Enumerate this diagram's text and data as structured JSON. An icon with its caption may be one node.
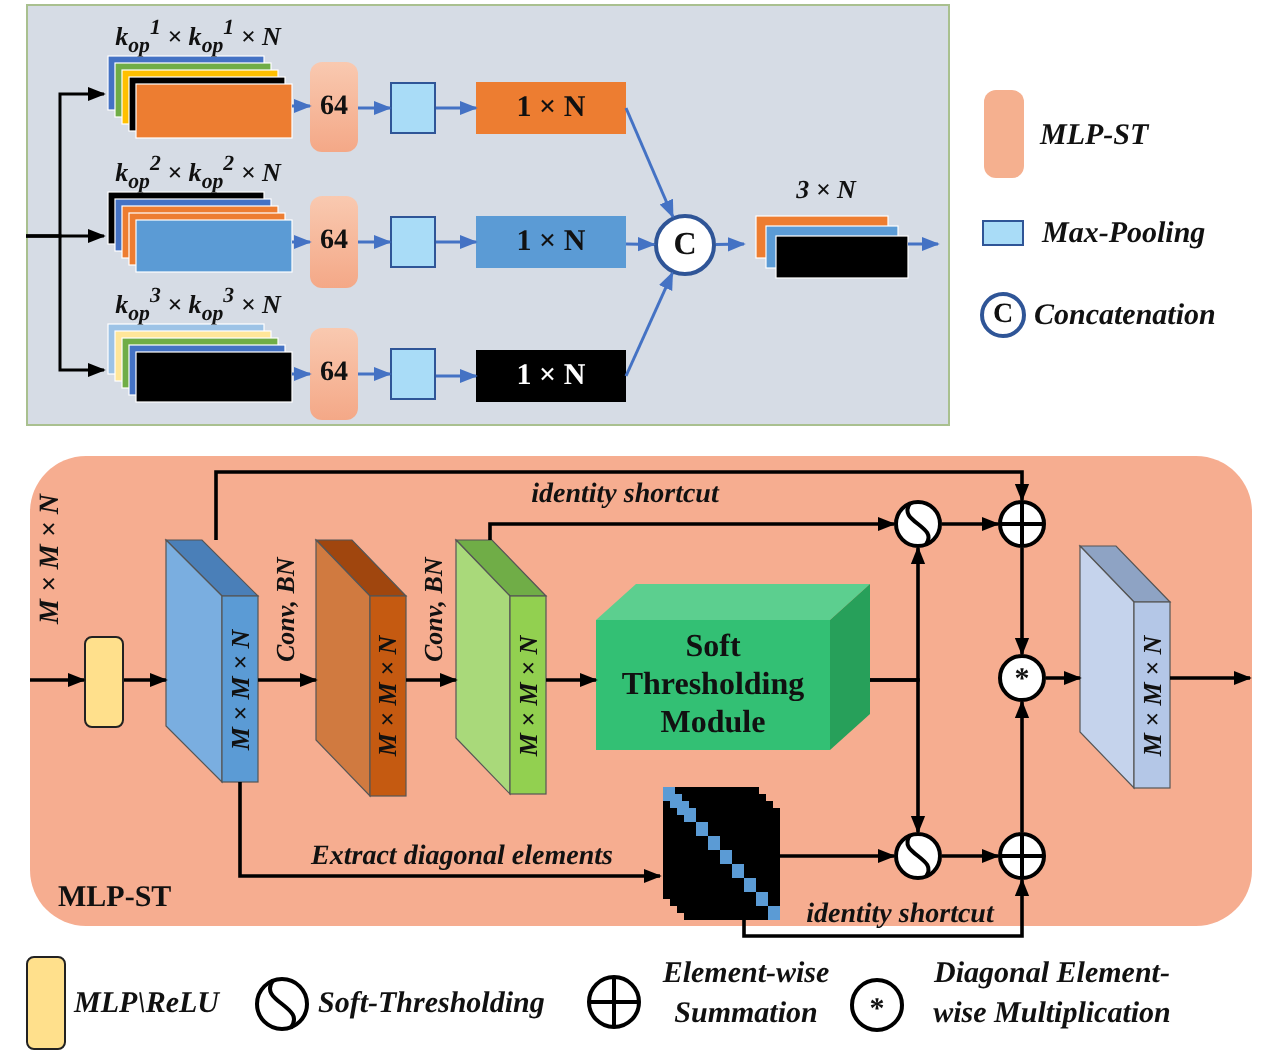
{
  "diagram": {
    "nodes": [
      {
        "text": [
          "k$_{op}$$^{1}$ × k$_{op}$$^{1}$ × N"
        ]
      },
      {
        "text": [
          "64"
        ]
      },
      {
        "text": [],
        "shape": "box"
      },
      {
        "text": [
          "1 × N"
        ]
      },
      {
        "text": [
          "k$_{op}$$^{2}$ × k$_{op}$$^{2}$ × N"
        ]
      },
      {
        "text": [
          "64"
        ]
      },
      {
        "text": [],
        "shape": "box"
      },
      {
        "text": [
          "1 × N"
        ]
      },
      {
        "text": [
          "k$_{op}$$^{3}$ × k$_{op}$$^{3}$ × N"
        ]
      },
      {
        "text": [
          "64"
        ]
      },
      {
        "text": [],
        "shape": "box"
      },
      {
        "text": [
          "1 × N"
        ]
      },
      {
        "text": [
          "C"
        ]
      },
      {
        "text": [
          "3 × N"
        ]
      },
      {
        "text": [
          "MLP-ST"
        ]
      },
      {
        "text": [],
        "shape": "box",
        "in": 14
      },
      {
        "text": [
          "M × M × N"
        ],
        "in": 14
      },
      {
        "text": [
          "M × M × N"
        ],
        "in": 14
      },
      {
        "text": [
          "M × M × N"
        ],
        "in": 14
      },
      {
        "text": [
          "Soft Thresholding Module"
        ],
        "in": 14
      },
      {
        "text": [],
        "shape": "circle",
        "in": 14
      },
      {
        "text": [],
        "shape": "circle",
        "in": 14
      },
      {
        "text": [
          "*"
        ],
        "in": 14
      },
      {
        "text": [
          "M × M × N"
        ],
        "in": 14
      },
      {
        "text": [],
        "shape": "picture",
        "in": 14
      },
      {
        "text": [],
        "shape": "circle",
        "in": 14
      },
      {
        "text": [],
        "shape": "circle",
        "in": 14
      }
    ],
    "edges": [
      {
        "from": null,
        "to": 0,
        "arrow": "to"
      },
      {
        "from": null,
        "to": 4,
        "arrow": "to"
      },
      {
        "from": null,
        "to": 8,
        "arrow": "to"
      },
      {
        "from": 0,
        "to": 1,
        "arrow": "to",
        "color": "#4472c4"
      },
      {
        "from": 1,
        "to": 2,
        "arrow": "to",
        "color": "#4472c4"
      },
      {
        "from": 2,
        "to": 3,
        "arrow": "to",
        "color": "#4472c4"
      },
      {
        "from": 3,
        "to": 12,
        "arrow": "to",
        "color": "#4472c4"
      },
      {
        "from": 4,
        "to": 5,
        "arrow": "to",
        "color": "#4472c4"
      },
      {
        "from": 5,
        "to": 6,
        "arrow": "to",
        "color": "#4472c4"
      },
      {
        "from": 6,
        "to": 7,
        "arrow": "to",
        "color": "#4472c4"
      },
      {
        "from": 7,
        "to": 12,
        "arrow": "to",
        "color": "#4472c4"
      },
      {
        "from": 8,
        "to": 9,
        "arrow": "to",
        "color": "#4472c4"
      },
      {
        "from": 9,
        "to": 10,
        "arrow": "to",
        "color": "#4472c4"
      },
      {
        "from": 10,
        "to": 11,
        "arrow": "to",
        "color": "#4472c4"
      },
      {
        "from": 11,
        "to": 12,
        "arrow": "to",
        "color": "#4472c4"
      },
      {
        "from": 12,
        "to": 13,
        "arrow": "to",
        "color": "#4472c4"
      },
      {
        "from": 13,
        "to": null,
        "arrow": "to",
        "color": "#4472c4"
      },
      {
        "from": null,
        "to": 15,
        "arrow": "to"
      },
      {
        "from": 15,
        "to": 16,
        "arrow": "to"
      },
      {
        "from": 16,
        "to": 17,
        "arrow": "to",
        "label": "Conv, BN"
      },
      {
        "from": 17,
        "to": 18,
        "arrow": "to",
        "label": "Conv, BN"
      },
      {
        "from": 18,
        "to": 19,
        "arrow": "to"
      },
      {
        "from": 18,
        "to": 20,
        "arrow": "to"
      },
      {
        "from": 19,
        "to": 20,
        "arrow": "to"
      },
      {
        "from": 19,
        "to": 25,
        "arrow": "to"
      },
      {
        "from": 16,
        "to": 21,
        "arrow": "to",
        "label": "identity shortcut"
      },
      {
        "from": 16,
        "to": 24,
        "arrow": "to",
        "label": "Extract diagonal elements"
      },
      {
        "from": 24,
        "to": 25,
        "arrow": "to"
      },
      {
        "from": 24,
        "to": 26,
        "arrow": "to",
        "label": "identity shortcut"
      },
      {
        "from": 20,
        "to": 21,
        "arrow": "to"
      },
      {
        "from": 25,
        "to": 26,
        "arrow": "to"
      },
      {
        "from": 21,
        "to": 22,
        "arrow": "to"
      },
      {
        "from": 26,
        "to": 22,
        "arrow": "to"
      },
      {
        "from": 22,
        "to": 23,
        "arrow": "to"
      },
      {
        "from": 23,
        "to": null,
        "arrow": "to"
      }
    ],
    "labels": [
      "C",
      "M × M × N",
      "*"
    ],
    "legend": [
      {
        "text": "MLP-ST",
        "color": "#f5b08f"
      },
      {
        "text": "Max-Pooling",
        "color": "#a9dcf7"
      },
      {
        "text": "Concatenation"
      },
      {
        "text": "MLP\\ReLU",
        "color": "#ffe08c"
      },
      {
        "text": "Soft-Thresholding"
      },
      {
        "text": "Element-wise Summation"
      },
      {
        "text": "Diagonal Element-wise Multiplication"
      }
    ]
  }
}
